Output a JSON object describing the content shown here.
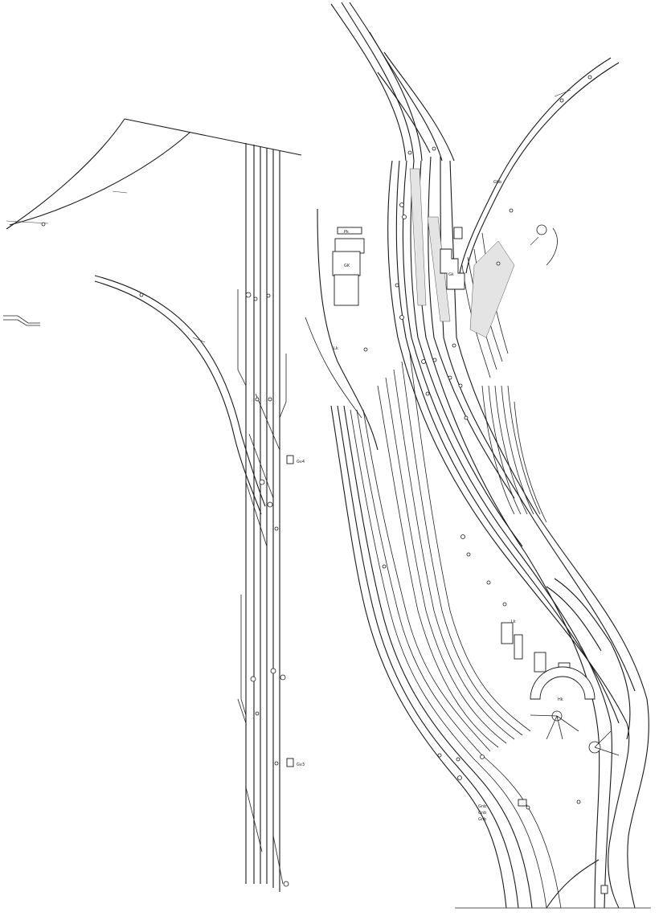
{
  "plan": {
    "left_diagram": {
      "label_signal_box_1": "Gv4",
      "label_signal_box_2": "Gv3"
    },
    "right_diagram": {
      "building_labels": [
        "Pk",
        "GK",
        "Lk",
        "Gk",
        "Lk",
        "Hk"
      ],
      "group_labels": [
        "Gnb",
        "Gnb",
        "Gnb"
      ],
      "top_right_label": "Gbb"
    },
    "colors": {
      "ink": "#1a1a1a",
      "paper": "#ffffff",
      "platform": "#e4e4e4"
    }
  }
}
